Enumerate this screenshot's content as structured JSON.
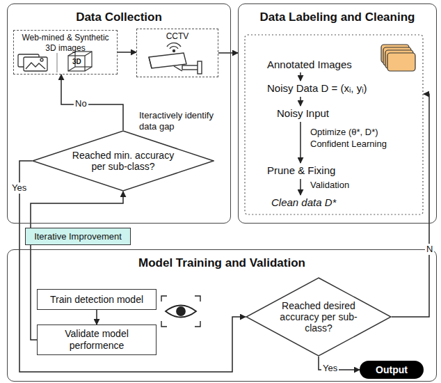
{
  "diagram": {
    "nodes": [
      {
        "text": [
          "Data Collection"
        ]
      },
      {
        "text": [
          "Web-mined & Synthetic 3D images"
        ],
        "in": 0
      },
      {
        "text": [
          "CCTV"
        ],
        "in": 0
      },
      {
        "text": [
          "Reached min. accuracy per sub-class?"
        ],
        "in": 0
      },
      {
        "text": [
          "Data Labeling and Cleaning"
        ]
      },
      {
        "text": [
          "Iterative Improvement"
        ]
      },
      {
        "text": [
          "Model Training and Validation"
        ]
      },
      {
        "text": [
          "Train detection model"
        ],
        "in": 6
      },
      {
        "text": [
          "Validate model performence"
        ],
        "in": 6
      },
      {
        "text": [
          "Reached desired accuracy per sub-class?"
        ],
        "in": 6
      },
      {
        "text": [
          "Output"
        ],
        "in": 6
      }
    ],
    "edges": [
      {
        "from": 1,
        "to": 2,
        "arrow": "to"
      },
      {
        "from": 2,
        "to": 4,
        "arrow": "to"
      },
      {
        "from": 3,
        "to": 1,
        "label": "No",
        "arrow": "to"
      },
      {
        "from": 3,
        "to": 9,
        "label": "Yes",
        "arrow": "to"
      },
      {
        "from": 7,
        "to": 8,
        "arrow": "to"
      },
      {
        "from": 8,
        "to": 3,
        "arrow": "to"
      },
      {
        "from": 9,
        "to": 10,
        "label": "Yes",
        "arrow": "to"
      },
      {
        "from": 9,
        "to": 4,
        "label": "N",
        "arrow": "to"
      }
    ],
    "labels": [
      "3D",
      "Iteractively identify data gap",
      "Annotated Images",
      "Noisy Data D = (xᵢ, yᵢ)",
      "Noisy Input",
      "Optimize (θ*, D*)",
      "Confident Learning",
      "Prune & Fixing",
      "Validation",
      "Clean data D*"
    ]
  }
}
